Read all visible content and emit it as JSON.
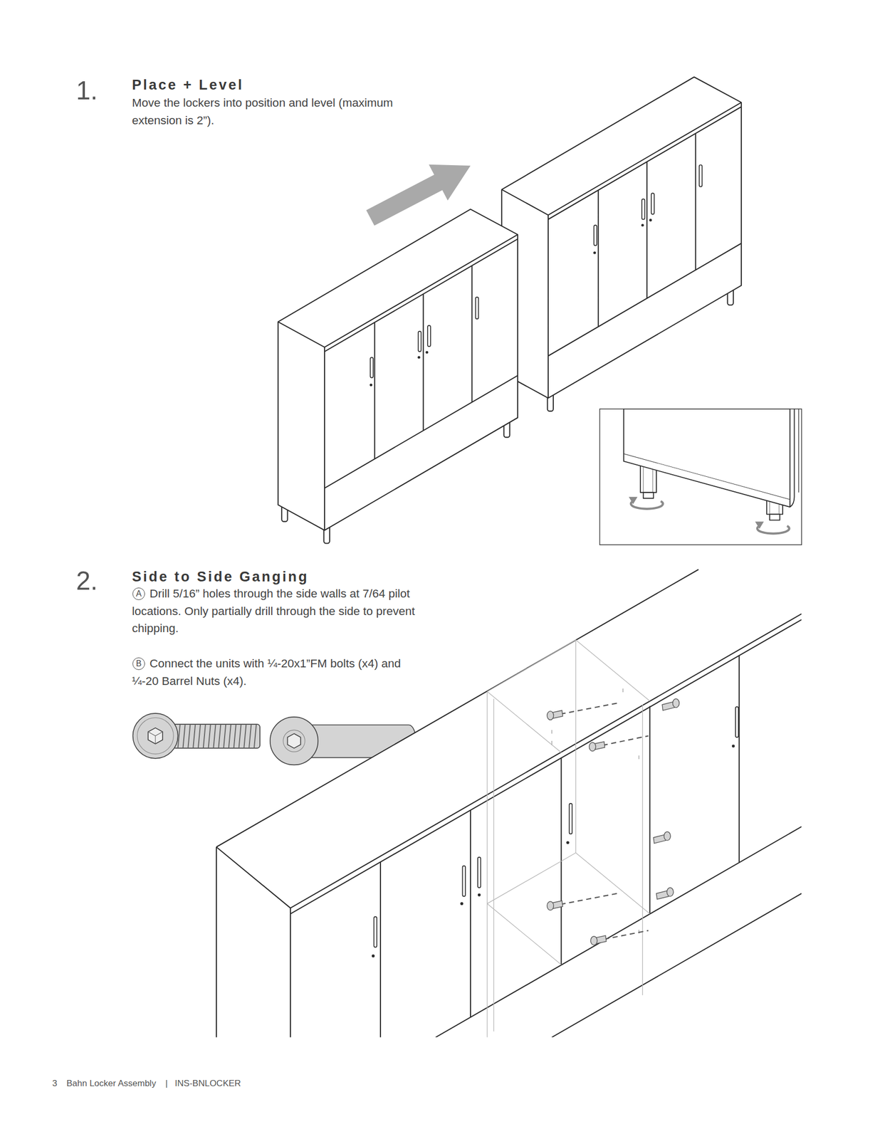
{
  "diagram": {
    "nodes": [
      {
        "text": [
          "A"
        ]
      },
      {
        "text": [
          "B"
        ]
      }
    ],
    "labels": [
      "1.",
      "Place + Level",
      "Move the lockers into position and level (maximum extension is 2”).",
      "2.",
      "Side to Side Ganging",
      "Drill 5/16” holes through the side walls at 7/64 pilot locations. Only partially drill through the side to prevent chipping.",
      "Connect the units with ¼-20x1”FM bolts (x4) and ¼-20 Barrel Nuts (x4).",
      "3",
      "Bahn Locker Assembly",
      "|",
      "INS-BNLOCKER"
    ]
  }
}
